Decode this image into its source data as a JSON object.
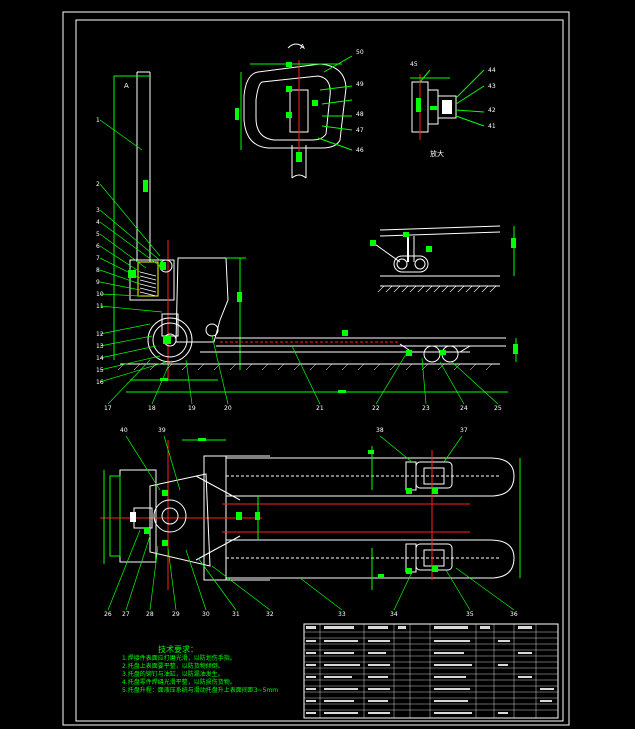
{
  "drawing": {
    "view_label_top": "A",
    "view_label_a": "A",
    "detail_label": "放大",
    "part_numbers": [
      "1",
      "2",
      "3",
      "4",
      "5",
      "6",
      "7",
      "8",
      "9",
      "10",
      "11",
      "12",
      "13",
      "14",
      "15",
      "16",
      "17",
      "18",
      "19",
      "20",
      "21",
      "22",
      "23",
      "24",
      "25",
      "26",
      "27",
      "28",
      "29",
      "30",
      "31",
      "32",
      "33",
      "34",
      "35",
      "36",
      "37",
      "38",
      "39",
      "40",
      "41",
      "42",
      "43",
      "44",
      "45",
      "46",
      "47",
      "48",
      "49",
      "50"
    ],
    "tech_title": "技术要求：",
    "tech_notes": [
      "1.焊接件表面应打磨光滑，以防划伤手指。",
      "2.托盘上表面要平整，以防货物倾倒。",
      "3.托盘的铆钉与油缸，以防漏油发生。",
      "4.托盘零件焊缝光滑平整，以防损伤货物。",
      "5.托盘升程：面液压系统与滑动托盘升上表面间距3~5mm"
    ],
    "colors": {
      "line": "#ffffff",
      "dim": "#00ff00",
      "center": "#ff2020",
      "hidden": "#ffff00",
      "background": "#000000"
    }
  }
}
